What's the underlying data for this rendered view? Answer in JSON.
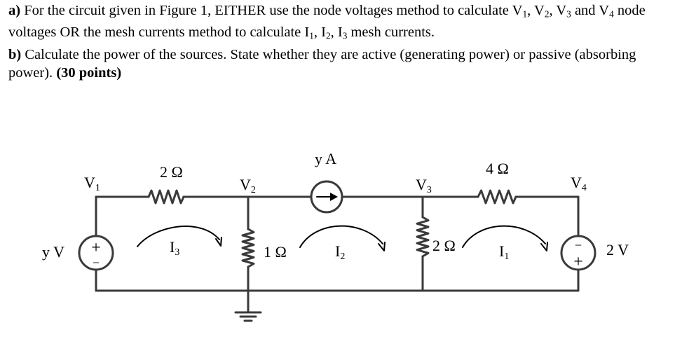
{
  "question": {
    "part_a_label": "a)",
    "part_a_text_1": " For the circuit given in Figure 1, EITHER use the node voltages method to calculate V",
    "part_a_text_2": ", V",
    "part_a_text_3": ", V",
    "part_a_text_4": " and V",
    "part_a_text_5": " node voltages OR the mesh currents method to calculate I",
    "part_a_text_6": ", I",
    "part_a_text_7": ", I",
    "part_a_text_8": " mesh currents.",
    "part_b_label": "b)",
    "part_b_text": " Calculate the power of the sources. State whether they are active (generating power) or passive (absorbing power). ",
    "points": "(30 points)",
    "sub_1": "1",
    "sub_2": "2",
    "sub_3": "3",
    "sub_4": "4"
  },
  "circuit": {
    "node_v1": "V",
    "node_v1_sub": "1",
    "node_v2": "V",
    "node_v2_sub": "2",
    "node_v3": "V",
    "node_v3_sub": "3",
    "node_v4": "V",
    "node_v4_sub": "4",
    "res_top_left": "2 Ω",
    "res_top_right": "4 Ω",
    "res_mid": "1 Ω",
    "res_right": "2 Ω",
    "current_source": "y A",
    "voltage_source_left": "y V",
    "voltage_source_right": "2 V",
    "mesh_i1": "I",
    "mesh_i1_sub": "1",
    "mesh_i2": "I",
    "mesh_i2_sub": "2",
    "mesh_i3": "I",
    "mesh_i3_sub": "3",
    "plus": "+",
    "minus": "−"
  }
}
